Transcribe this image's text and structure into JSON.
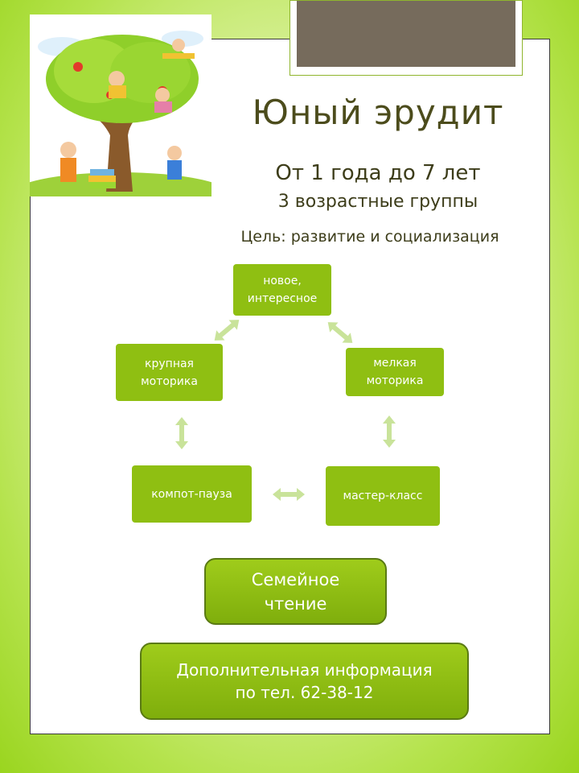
{
  "title": "Юный эрудит",
  "subtitle_age": "От 1 года до 7 лет",
  "subtitle_groups": "3 возрастные  группы",
  "goal": "Цель: развитие и социализация",
  "cycle": {
    "top": "новое,\nинтересное",
    "right": "мелкая\nмоторика",
    "bottom_right": "мастер-класс",
    "bottom_left": "компот-пауза",
    "left": "крупная\nмоторика"
  },
  "buttons": {
    "family_reading": "Семейное\nчтение",
    "more_info": "Дополнительная информация\nпо тел. 62-38-12"
  },
  "colors": {
    "node_fill": "#8fbf12",
    "arrow_fill": "#c9e39a",
    "title_text": "#4c4c1c"
  }
}
